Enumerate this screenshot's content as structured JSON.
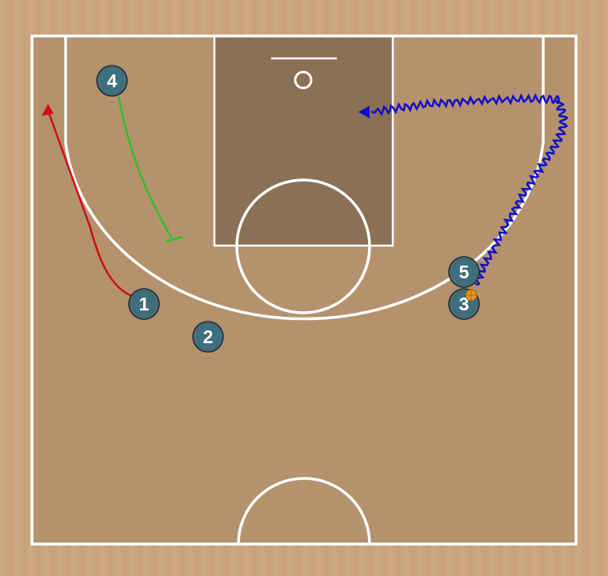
{
  "diagram": {
    "type": "basketball-half-court-play",
    "colors": {
      "floor": "#c9a57e",
      "court_inner": "#b08e6b",
      "paint": "#8a7055",
      "lines": "#ffffff",
      "player_fill": "#3f6e7d",
      "player_stroke": "#2a2a2a",
      "ball": "#e8961e"
    },
    "players": [
      {
        "id": "p1",
        "label": "1"
      },
      {
        "id": "p2",
        "label": "2"
      },
      {
        "id": "p3",
        "label": "3"
      },
      {
        "id": "p4",
        "label": "4"
      },
      {
        "id": "p5",
        "label": "5"
      }
    ],
    "actions": [
      {
        "player": "1",
        "kind": "cut",
        "color": "#d01010",
        "marker": "arrow"
      },
      {
        "player": "4",
        "kind": "screen",
        "color": "#2fbf2f",
        "marker": "bar"
      },
      {
        "player": "3",
        "kind": "dribble",
        "color": "#1010c8",
        "marker": "arrow"
      }
    ],
    "ball_holder": "3"
  }
}
